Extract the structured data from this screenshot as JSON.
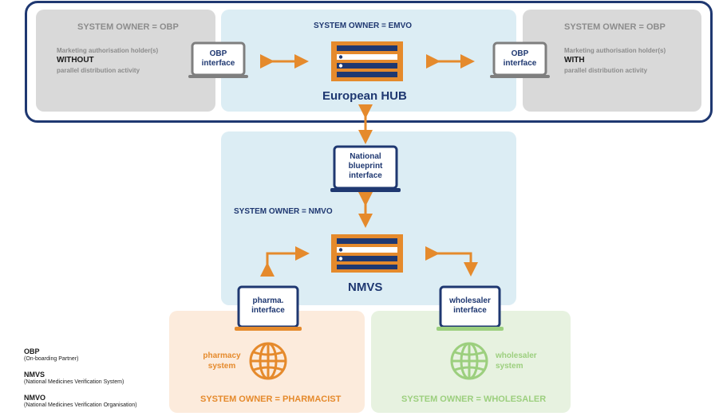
{
  "hub": {
    "left_owner": "SYSTEM OWNER = OBP",
    "left_line1": "Marketing authorisation holder(s)",
    "left_line2": "WITHOUT",
    "left_line3": "parallel distribution activity",
    "left_interface": [
      "OBP",
      "interface"
    ],
    "center_owner": "SYSTEM OWNER = EMVO",
    "center_title": "European HUB",
    "right_owner": "SYSTEM OWNER = OBP",
    "right_line1": "Marketing authorisation holder(s)",
    "right_line2": "WITH",
    "right_line3": "parallel distribution activity",
    "right_interface": [
      "OBP",
      "interface"
    ]
  },
  "national": {
    "interface": [
      "National",
      "blueprint",
      "interface"
    ],
    "owner": "SYSTEM OWNER = NMVO",
    "title": "NMVS"
  },
  "pharmacy": {
    "interface": [
      "pharma.",
      "interface"
    ],
    "system": [
      "pharmacy",
      "system"
    ],
    "owner": "SYSTEM OWNER = PHARMACIST"
  },
  "wholesaler": {
    "interface": [
      "wholesaler",
      "interface"
    ],
    "system": [
      "wholesaler",
      "system"
    ],
    "owner": "SYSTEM OWNER = WHOLESALER"
  },
  "legend": [
    {
      "key": "OBP",
      "desc": "(On-boarding Partner)"
    },
    {
      "key": "NMVS",
      "desc": "(National Medicines Verification System)"
    },
    {
      "key": "NMVO",
      "desc": "(National Medicines Verification Organisation)"
    }
  ],
  "colors": {
    "navy": "#1f3871",
    "orange": "#e58a2c",
    "green": "#9ccf7e",
    "grey": "#8c8c8c"
  },
  "icons": [
    "laptop-icon",
    "server-icon",
    "globe-icon",
    "double-arrow-icon"
  ]
}
